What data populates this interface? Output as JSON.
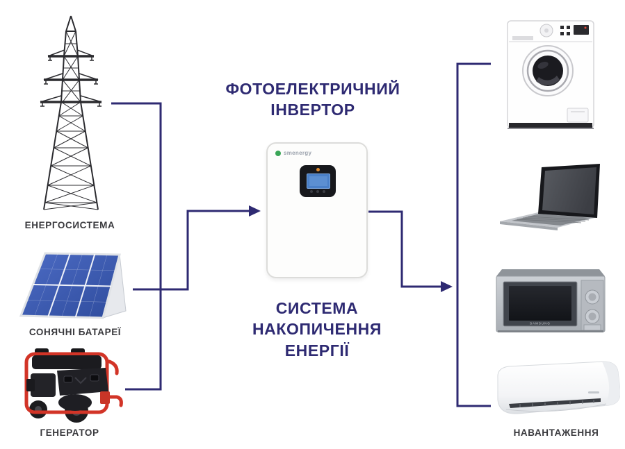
{
  "title": {
    "line1": "ФОТОЕЛЕКТРИЧНИЙ",
    "line2": "ІНВЕРТОР"
  },
  "subtitle": {
    "line1": "СИСТЕМА",
    "line2": "НАКОПИЧЕННЯ",
    "line3": "ЕНЕРГІЇ"
  },
  "inverter": {
    "brand": "smenergy"
  },
  "sources": [
    {
      "id": "power-grid",
      "label": "ЕНЕРГОСИСТЕМА"
    },
    {
      "id": "solar-panels",
      "label": "СОНЯЧНІ БАТАРЕЇ"
    },
    {
      "id": "generator",
      "label": "ГЕНЕРАТОР"
    }
  ],
  "loads": {
    "label": "НАВАНТАЖЕННЯ",
    "items": [
      "washing-machine",
      "laptop",
      "microwave",
      "air-conditioner"
    ],
    "microwave_brand": "SAMSUNG"
  },
  "colors": {
    "accent_navy": "#2e2a72",
    "label_text": "#39393d",
    "solar_blue": "#3f5cab",
    "generator_red": "#d23427",
    "led_orange": "#e08a2e",
    "screen_blue": "#4a80c8",
    "logo_green": "#3aa657"
  }
}
